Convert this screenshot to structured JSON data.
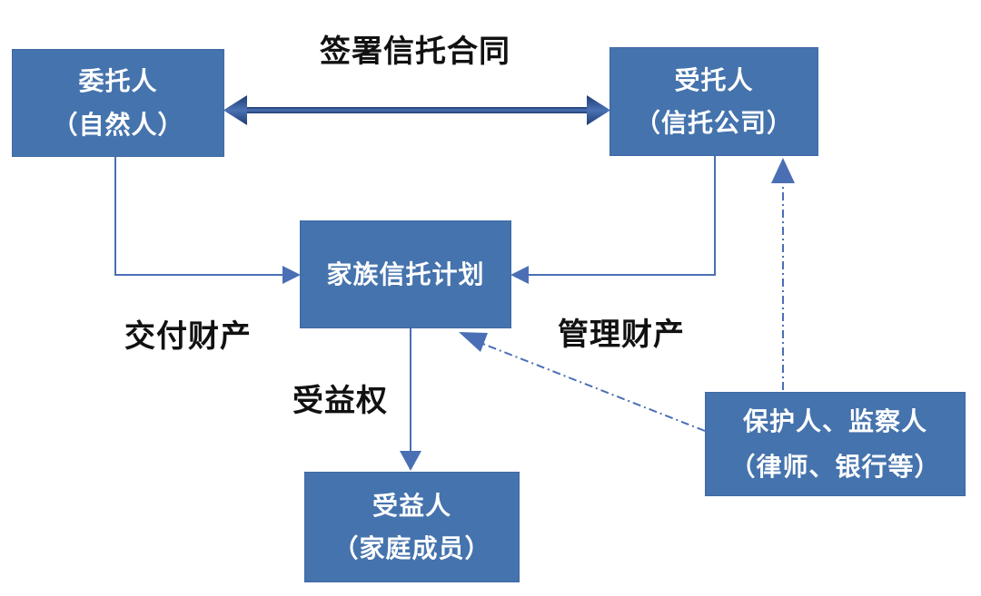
{
  "diagram": {
    "nodes": {
      "settlor": {
        "line1": "委托人",
        "line2": "（自然人）"
      },
      "trustee": {
        "line1": "受托人",
        "line2": "（信托公司）"
      },
      "trust_plan": {
        "line1": "家族信托计划"
      },
      "beneficiary": {
        "line1": "受益人",
        "line2": "（家庭成员）"
      },
      "protector": {
        "line1": "保护人、监察人",
        "line2": "（律师、银行等）"
      }
    },
    "edge_labels": {
      "sign_contract": "签署信托合同",
      "deliver_property": "交付财产",
      "manage_property": "管理财产",
      "beneficiary_right": "受益权"
    },
    "edges": [
      {
        "from": "settlor",
        "to": "trustee",
        "style": "thick-double-arrow",
        "label": "签署信托合同"
      },
      {
        "from": "settlor",
        "to": "trust_plan",
        "style": "solid-elbow-arrow",
        "label": "交付财产"
      },
      {
        "from": "trustee",
        "to": "trust_plan",
        "style": "solid-elbow-arrow",
        "label": "管理财产"
      },
      {
        "from": "trust_plan",
        "to": "beneficiary",
        "style": "solid-arrow",
        "label": "受益权"
      },
      {
        "from": "protector",
        "to": "trustee",
        "style": "dash-dot-arrow",
        "label": ""
      },
      {
        "from": "protector",
        "to": "trust_plan",
        "style": "dash-dot-arrow",
        "label": ""
      }
    ],
    "colors": {
      "background": "#ffffff",
      "node_fill": "#4573ad",
      "node_border": "#3f69a6",
      "node_text": "#ffffff",
      "connector": "#4a6fb5",
      "double_arrow_dark": "#1f3c72",
      "double_arrow_light": "#4a72b4",
      "label_text": "#111111"
    }
  }
}
